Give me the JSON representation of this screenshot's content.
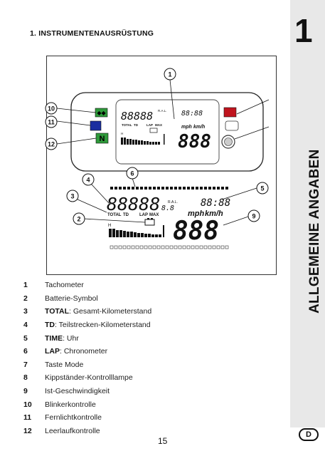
{
  "header": {
    "title": "1. INSTRUMENTENAUSRÜSTUNG"
  },
  "side": {
    "chapter_number": "1",
    "chapter_title": "ALLGEMEINE ANGABEN"
  },
  "display": {
    "odometer": "88888",
    "odometer_small": "8.8",
    "clock": "88:88",
    "speed": "888",
    "unit_mph": "mph",
    "unit_kmh": "km/h",
    "total_label": "TOTAL",
    "td_label": "TD",
    "lap_label": "LAP",
    "max_label": "MAX",
    "rl_label": "R.A.L.",
    "tacho_h": "H"
  },
  "callouts": [
    "1",
    "2",
    "3",
    "4",
    "5",
    "6",
    "9",
    "10",
    "11",
    "12"
  ],
  "legend": [
    {
      "num": "1",
      "strong": "",
      "text": "Tachometer"
    },
    {
      "num": "2",
      "strong": "",
      "text": "Batterie-Symbol"
    },
    {
      "num": "3",
      "strong": "TOTAL",
      "text": ": Gesamt-Kilometerstand"
    },
    {
      "num": "4",
      "strong": "TD",
      "text": ": Teilstrecken-Kilometerstand"
    },
    {
      "num": "5",
      "strong": "TIME",
      "text": ": Uhr"
    },
    {
      "num": "6",
      "strong": "LAP",
      "text": ": Chronometer"
    },
    {
      "num": "7",
      "strong": "",
      "text": "Taste Mode"
    },
    {
      "num": "8",
      "strong": "",
      "text": "Kippständer-Kontrolllampe"
    },
    {
      "num": "9",
      "strong": "",
      "text": "Ist-Geschwindigkeit"
    },
    {
      "num": "10",
      "strong": "",
      "text": "Blinkerkontrolle"
    },
    {
      "num": "11",
      "strong": "",
      "text": "Fernlichtkontrolle"
    },
    {
      "num": "12",
      "strong": "",
      "text": "Leerlaufkontrolle"
    }
  ],
  "footer": {
    "page_number": "15",
    "language": "D"
  },
  "colors": {
    "turn_signal": "#2e9a3a",
    "high_beam": "#1a2ea0",
    "neutral": "#2e9a3a",
    "stand": "#c0141e"
  }
}
